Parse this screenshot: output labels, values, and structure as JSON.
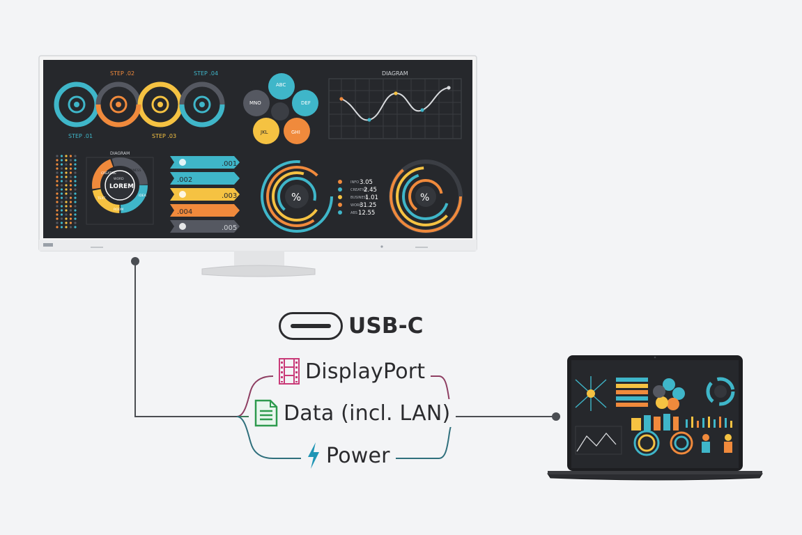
{
  "labels": {
    "usb_c": "USB-C",
    "displayport": "DisplayPort",
    "data": "Data (incl. LAN)",
    "power": "Power"
  },
  "monitor_screen": {
    "step_labels": [
      "STEP .02",
      "STEP .04",
      "STEP .01",
      "STEP .03"
    ],
    "diagram_title_main": "DIAGRAM",
    "diagram_title_small": "DIAGRAM",
    "flower_petals": [
      "ABC",
      "DEF",
      "GHI",
      "JKL",
      "MNO"
    ],
    "ring_segments": [
      "CREATIVE",
      "BUSINESS",
      "IDEA",
      "ROOM",
      "TEXT"
    ],
    "ring_center": "LOREM",
    "ring_center_top": "WORD",
    "ribbons": [
      ".001",
      ".002",
      ".003",
      ".004",
      ".005"
    ],
    "percent": "%",
    "stats_values": [
      "3.05",
      "2.45",
      "1.01",
      "31.25",
      "12.55"
    ],
    "stats_names": [
      "INFO",
      "CREATIVE",
      "BUSINESS",
      "WORK",
      "ABS"
    ]
  },
  "colors": {
    "teal": "#3fb6c9",
    "orange": "#f08a3c",
    "yellow": "#f5c242",
    "screen": "#26282c",
    "line_dark": "#4a4d52",
    "line_magenta": "#8e3e62",
    "line_green": "#3d7a57",
    "line_teal": "#2f6f7c",
    "film_icon": "#c93a78",
    "doc_icon": "#2e9a4e",
    "bolt_icon": "#1f95b5"
  },
  "icons": {
    "usb_c": "usb-c-port-icon",
    "displayport": "film-strip-icon",
    "data": "document-icon",
    "power": "lightning-bolt-icon"
  }
}
